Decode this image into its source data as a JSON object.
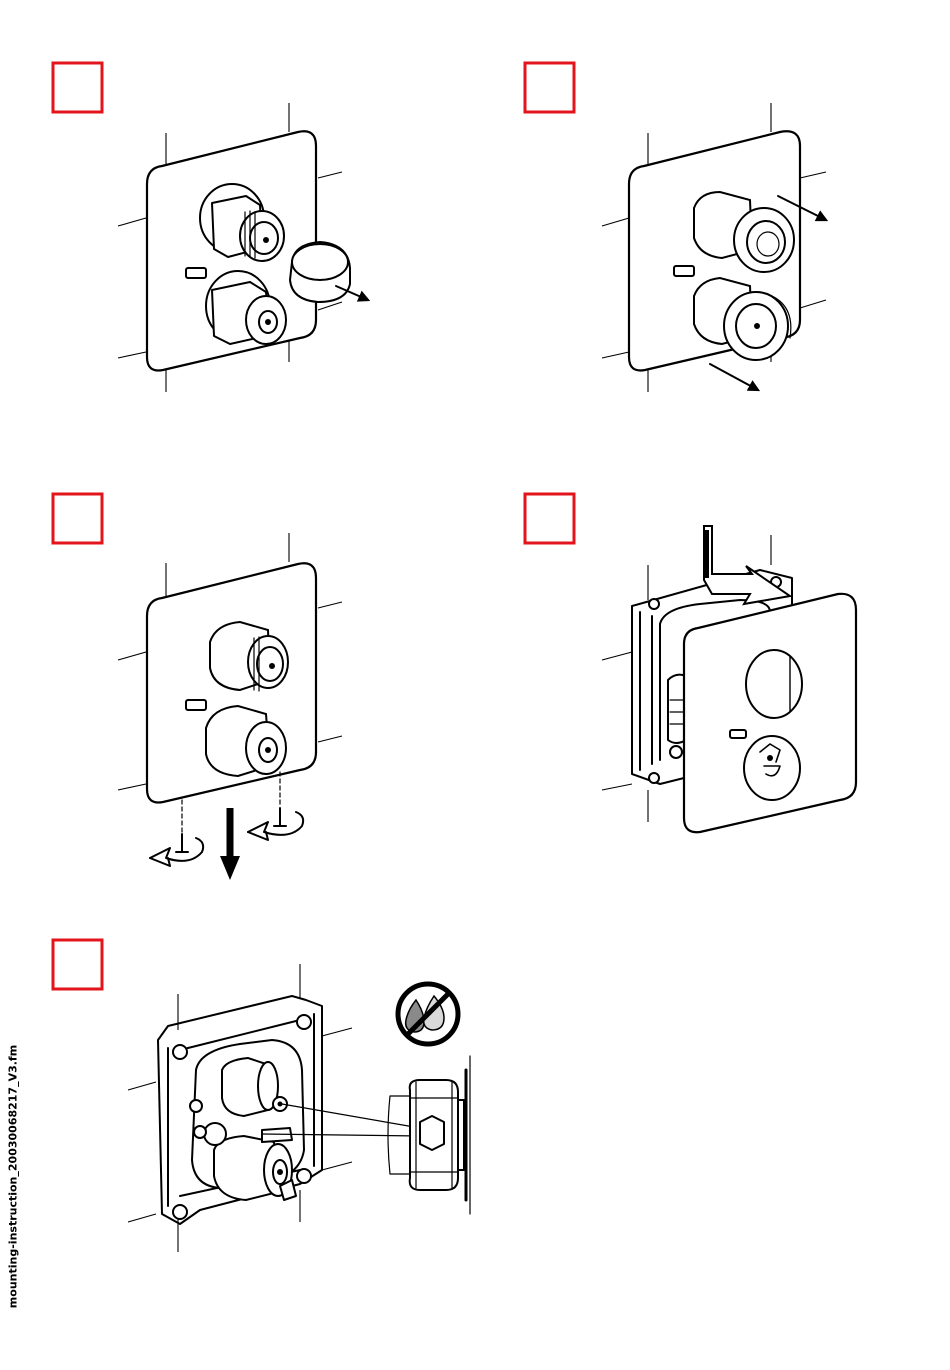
{
  "document": {
    "file_label": "mounting-instruction_20030068217_V3.fm"
  },
  "colors": {
    "step_frame": "#e3141b",
    "line": "#000000",
    "background": "#ffffff"
  },
  "steps": [
    {
      "id": 1,
      "content": "remove cap knob from mixer plate"
    },
    {
      "id": 2,
      "content": "remove two trim rings"
    },
    {
      "id": 3,
      "content": "unscrew two screws and pull plate down"
    },
    {
      "id": 4,
      "content": "lift plate off mounting frame"
    },
    {
      "id": 5,
      "content": "rough-in body with connection detail and no-water warning"
    }
  ],
  "icons": {
    "warning": "no-water-drops-icon",
    "unscrew": "counterclockwise-arrow-icon",
    "pull": "down-arrow-icon"
  }
}
